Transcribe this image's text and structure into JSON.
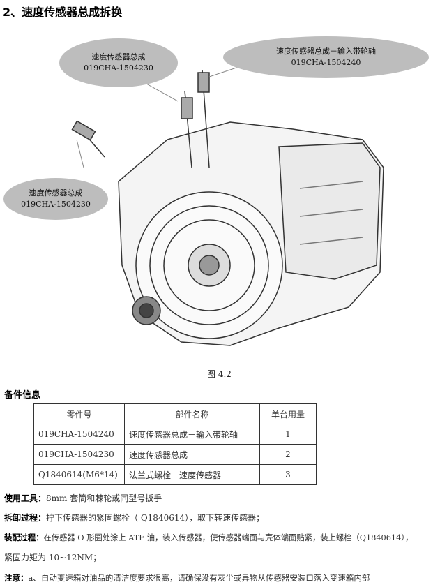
{
  "title": "2、速度传感器总成拆换",
  "callouts": [
    {
      "name": "速度传感器总成",
      "part": "019CHA-1504230"
    },
    {
      "name": "速度传感器总成－输入带轮轴",
      "part": "019CHA-1504240"
    },
    {
      "name": "速度传感器总成",
      "part": "019CHA-1504230"
    }
  ],
  "caption": "图 4.2",
  "parts_heading": "备件信息",
  "table": {
    "headers": [
      "零件号",
      "部件名称",
      "单台用量"
    ],
    "rows": [
      [
        "019CHA-1504240",
        "速度传感器总成－输入带轮轴",
        "1"
      ],
      [
        "019CHA-1504230",
        "速度传感器总成",
        "2"
      ],
      [
        "Q1840614(M6*14)",
        "法兰式螺栓－速度传感器",
        "3"
      ]
    ]
  },
  "instructions": [
    {
      "label": "使用工具：",
      "text": "8mm 套筒和棘轮或同型号扳手"
    },
    {
      "label": "拆卸过程：",
      "text": "拧下传感器的紧固螺栓（ Q1840614），取下转速传感器；"
    },
    {
      "label": "装配过程：",
      "text": "在传感器 O 形圈处涂上 ATF 油，装入传感器，使传感器端面与壳体端面贴紧，装上螺栓（Q1840614），"
    },
    {
      "label": "",
      "text": "紧固力矩为 10~12NM；"
    },
    {
      "label": "注意：",
      "text": "a、自动变速箱对油品的清洁度要求很高，请确保没有灰尘或异物从传感器安装口落入变速箱内部"
    }
  ]
}
